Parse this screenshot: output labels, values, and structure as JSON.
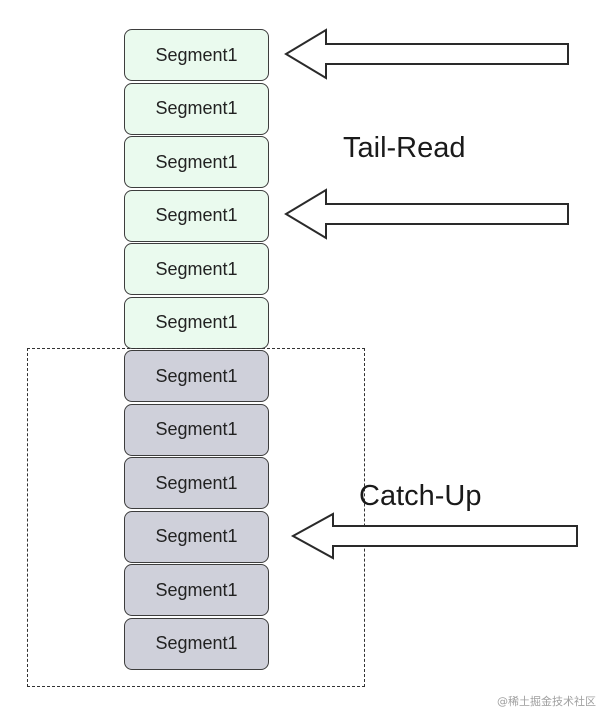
{
  "segments": [
    {
      "label": "Segment1",
      "kind": "recent"
    },
    {
      "label": "Segment1",
      "kind": "recent"
    },
    {
      "label": "Segment1",
      "kind": "recent"
    },
    {
      "label": "Segment1",
      "kind": "recent"
    },
    {
      "label": "Segment1",
      "kind": "recent"
    },
    {
      "label": "Segment1",
      "kind": "recent"
    },
    {
      "label": "Segment1",
      "kind": "old"
    },
    {
      "label": "Segment1",
      "kind": "old"
    },
    {
      "label": "Segment1",
      "kind": "old"
    },
    {
      "label": "Segment1",
      "kind": "old"
    },
    {
      "label": "Segment1",
      "kind": "old"
    },
    {
      "label": "Segment1",
      "kind": "old"
    }
  ],
  "labels": {
    "tail_read": "Tail-Read",
    "catch_up": "Catch-Up"
  },
  "watermark": "@稀土掘金技术社区",
  "colors": {
    "recent_segment": "#eafaee",
    "old_segment": "#cfd0da",
    "border": "#3d3d3d"
  }
}
